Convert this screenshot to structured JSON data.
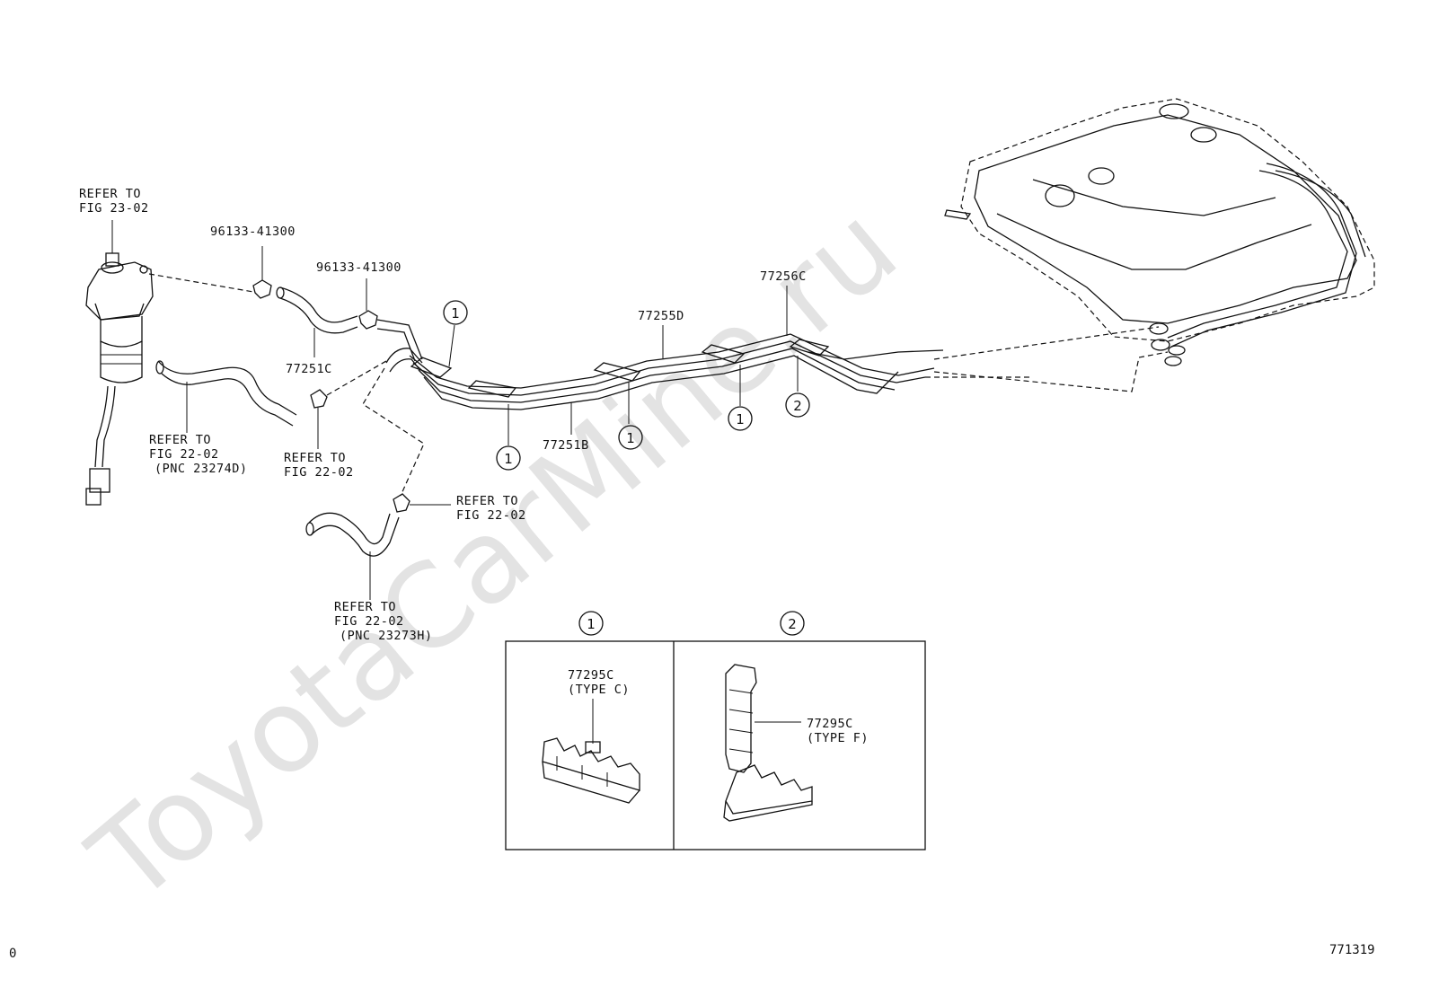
{
  "watermark": "ToyotaCarMine.ru",
  "footer": {
    "left": "0",
    "right": "771319"
  },
  "refs": {
    "fig_23_02": [
      "REFER TO",
      "FIG 23-02"
    ],
    "hose_left": [
      "REFER TO",
      "FIG 22-02",
      "(PNC 23274D)"
    ],
    "clip_mid": [
      "REFER TO",
      "FIG 22-02"
    ],
    "clip_lower": [
      "REFER TO",
      "FIG 22-02"
    ],
    "hose_lower": [
      "REFER TO",
      "FIG 22-02",
      "(PNC 23273H)"
    ]
  },
  "parts": {
    "clamp_a": "96133-41300",
    "clamp_b": "96133-41300",
    "hose": "77251C",
    "pipe_b": "77251B",
    "pipe_d": "77255D",
    "pipe_c": "77256C"
  },
  "callouts": {
    "one": "1",
    "two": "2"
  },
  "inset": {
    "panel1": {
      "marker": "1",
      "part": "77295C",
      "type": "(TYPE C)"
    },
    "panel2": {
      "marker": "2",
      "part": "77295C",
      "type": "(TYPE F)"
    }
  }
}
